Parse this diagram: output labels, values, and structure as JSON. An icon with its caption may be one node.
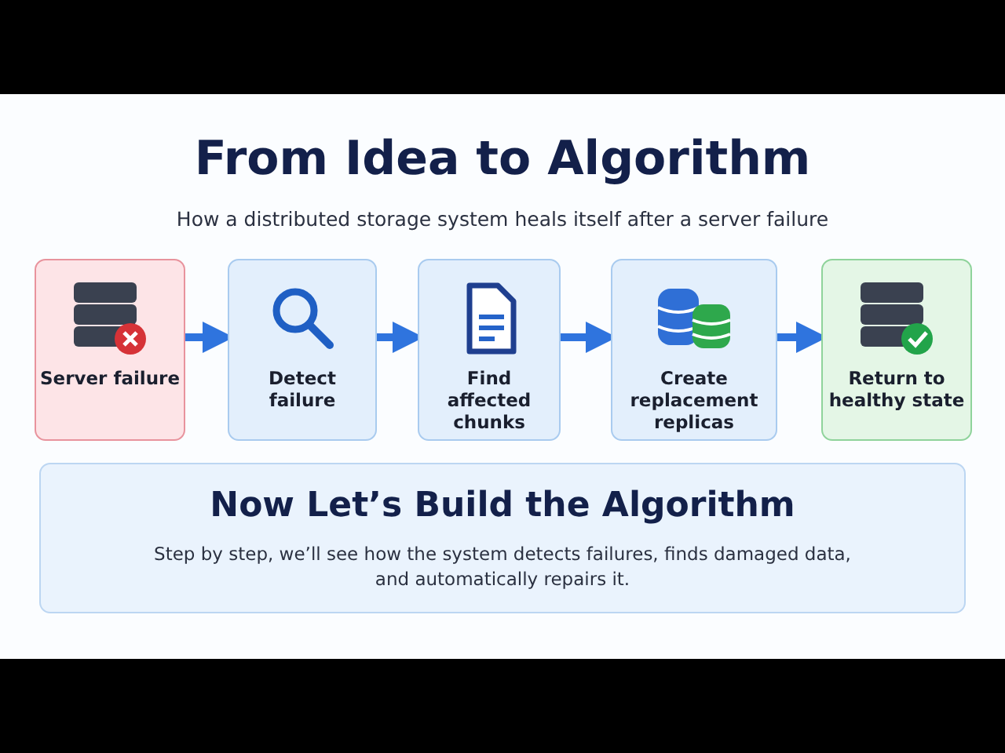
{
  "diagram": {
    "title": "From Idea to Algorithm",
    "nodes": [
      {
        "text": [
          "Server failure"
        ]
      },
      {
        "text": [
          "Detect failure"
        ]
      },
      {
        "text": [
          "Find affected chunks"
        ]
      },
      {
        "text": [
          "Create replacement replicas"
        ]
      },
      {
        "text": [
          "Return to healthy state"
        ]
      },
      {
        "text": [
          "Now Let’s Build the Algorithm",
          "Step by step, we’ll see how the system detects failures, finds damaged data, and automatically repairs it."
        ]
      }
    ],
    "edges": [
      {
        "from": 0,
        "to": 1,
        "arrow": "to"
      },
      {
        "from": 1,
        "to": 2,
        "arrow": "to"
      },
      {
        "from": 2,
        "to": 3,
        "arrow": "to"
      },
      {
        "from": 3,
        "to": 4,
        "arrow": "to"
      }
    ],
    "labels": [
      "How a distributed storage system heals itself after a server failure"
    ]
  }
}
